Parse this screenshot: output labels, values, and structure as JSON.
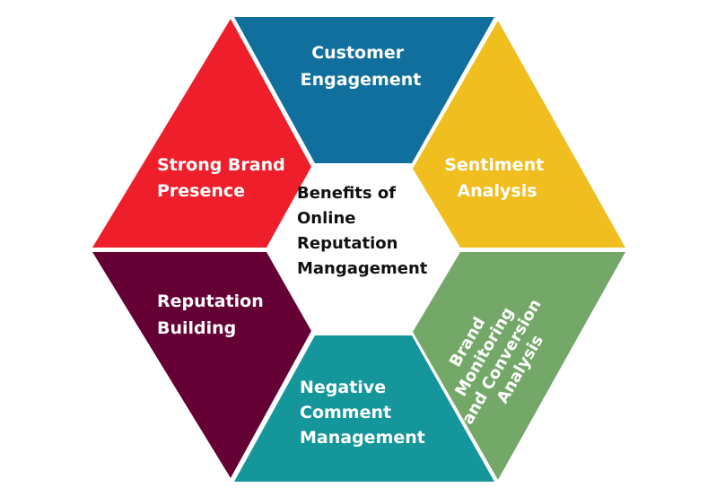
{
  "diagram": {
    "center": {
      "lines": [
        "Benefits of",
        "Online",
        "Reputation",
        "Mangagement"
      ]
    },
    "segments": [
      {
        "id": "customer-engagement",
        "lines": [
          "Customer",
          "Engagement"
        ],
        "color": "#106f9c"
      },
      {
        "id": "sentiment-analysis",
        "lines": [
          "Sentiment",
          "Analysis"
        ],
        "color": "#f0be1f"
      },
      {
        "id": "brand-monitoring",
        "lines": [
          "Brand",
          "Monitoring",
          "and Conversion",
          "Analysis"
        ],
        "color": "#73a868"
      },
      {
        "id": "negative-comment-management",
        "lines": [
          "Negative",
          "Comment",
          "Management"
        ],
        "color": "#14969a"
      },
      {
        "id": "reputation-building",
        "lines": [
          "Reputation",
          "Building"
        ],
        "color": "#640034"
      },
      {
        "id": "strong-brand-presence",
        "lines": [
          "Strong Brand",
          "Presence"
        ],
        "color": "#ee1f2a"
      }
    ]
  }
}
